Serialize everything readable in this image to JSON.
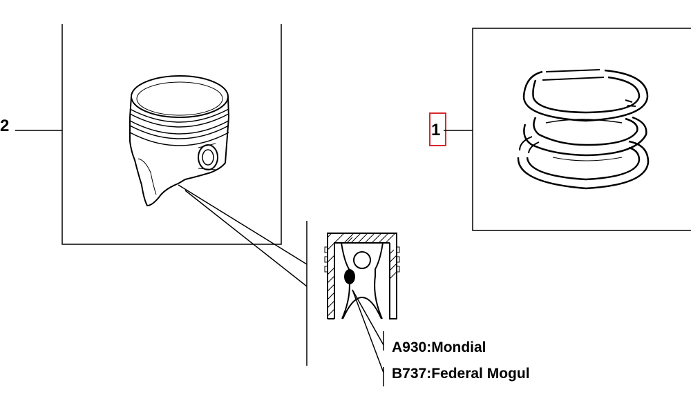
{
  "callouts": {
    "piston_number": "2",
    "rings_number": "1"
  },
  "suppliers": [
    "A930:Mondial",
    "B737:Federal Mogul"
  ],
  "colors": {
    "line": "#000000",
    "highlight": "#d9262a",
    "background": "#ffffff"
  }
}
